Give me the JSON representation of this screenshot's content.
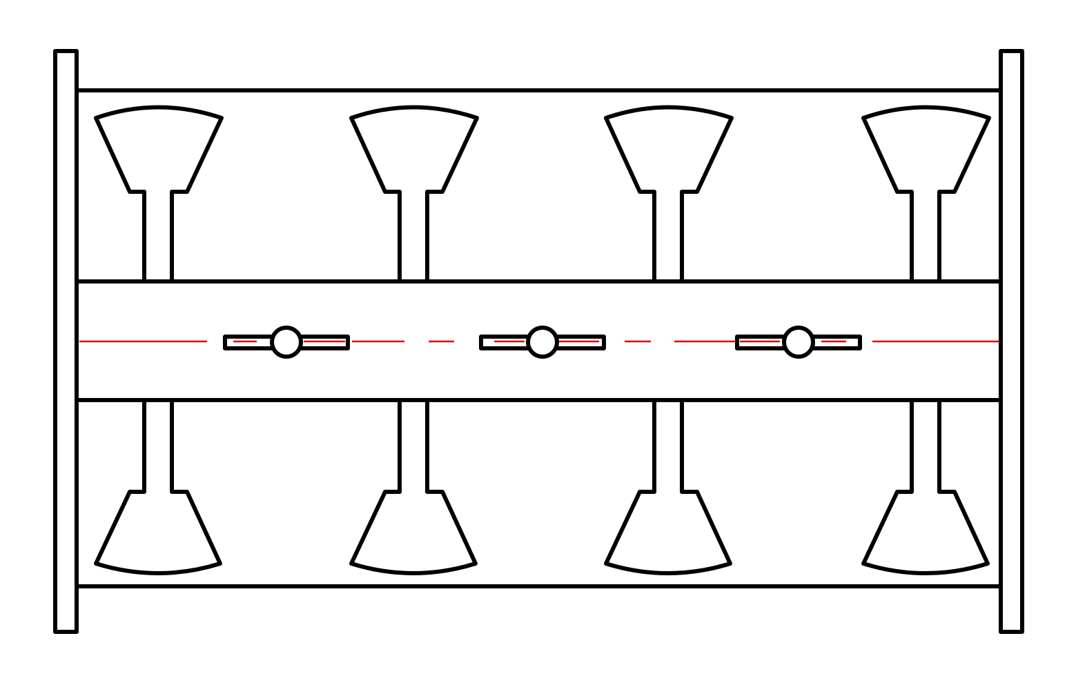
{
  "diagram": {
    "stroke_color": "#000000",
    "centerline_color": "#e00000",
    "background": "#ffffff",
    "elements": [
      "flange-left",
      "flange-right",
      "rail-top",
      "rail-upper-mid",
      "rail-lower-mid",
      "rail-bottom",
      "fan-stub-top",
      "fan-stub-bottom",
      "connector",
      "centerline"
    ]
  }
}
